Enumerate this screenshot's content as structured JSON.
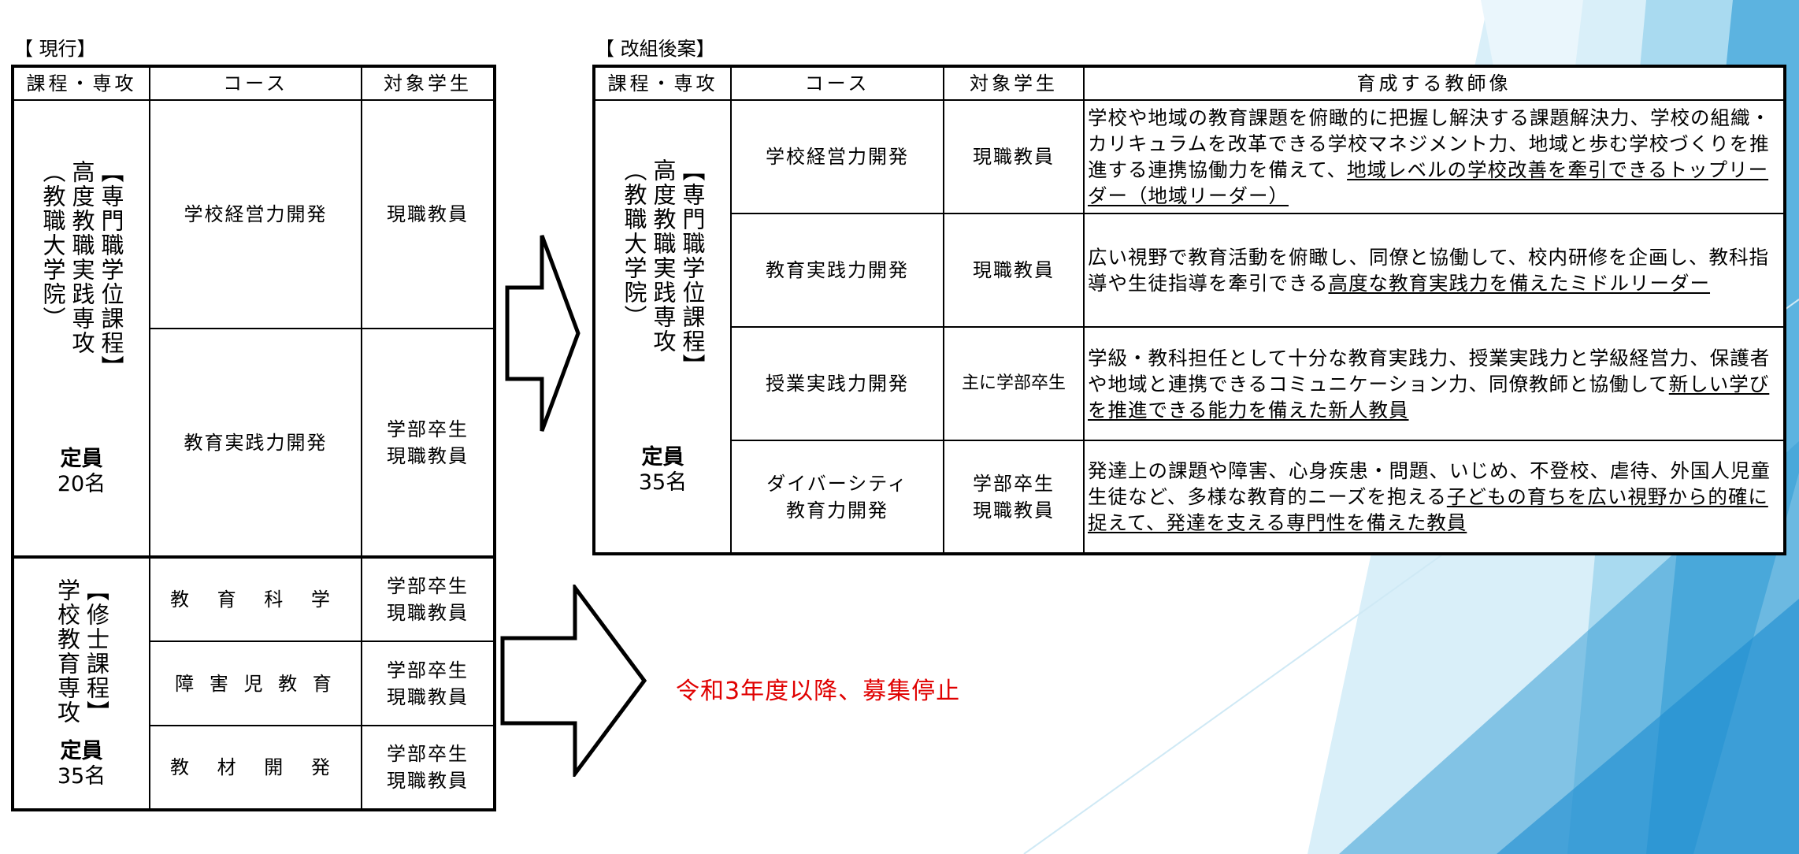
{
  "colors": {
    "accent_blue": "#4aa6d6",
    "light_blue": "#bfe3f4",
    "notice_red": "#e00000"
  },
  "current": {
    "caption": "【 現行】",
    "headers": [
      "課程・専攻",
      "コース",
      "対象学生"
    ],
    "professional": {
      "program_vertical": "【専門職学位課程】\n高度教職実践専攻（教職大学院）",
      "col1": "【専門職学位課程】",
      "col2": "高度教職実践専攻",
      "col3": "（教職大学院）",
      "capacity_label": "定員",
      "capacity_value": "20名",
      "rows": [
        {
          "course": "学校経営力開発",
          "students": "現職教員"
        },
        {
          "course": "教育実践力開発",
          "students": "学部卒生\n現職教員"
        }
      ]
    },
    "masters": {
      "col1": "【修士課程】",
      "col2": "学校教育専攻",
      "capacity_label": "定員",
      "capacity_value": "35名",
      "rows": [
        {
          "course": "教 育 科 学",
          "students": "学部卒生\n現職教員"
        },
        {
          "course": "障 害 児 教 育",
          "students": "学部卒生\n現職教員"
        },
        {
          "course": "教 材 開 発",
          "students": "学部卒生\n現職教員"
        }
      ]
    }
  },
  "proposed": {
    "caption": "【 改組後案】",
    "headers": [
      "課程・専攻",
      "コース",
      "対象学生",
      "育成する教師像"
    ],
    "col1": "【専門職学位課程】",
    "col2": "高度教職実践専攻",
    "col3": "（教職大学院）",
    "capacity_label": "定員",
    "capacity_value": "35名",
    "rows": [
      {
        "course": "学校経営力開発",
        "students": "現職教員",
        "desc_plain": "学校や地域の教育課題を俯瞰的に把握し解決する課題解決力、学校の組織・カリキュラムを改革できる学校マネジメント力、地域と歩む学校づくりを推進する連携協働力を備えて、",
        "desc_underline": "地域レベルの学校改善を牽引できるトップリーダー（地域リーダー）"
      },
      {
        "course": "教育実践力開発",
        "students": "現職教員",
        "desc_plain": "広い視野で教育活動を俯瞰し、同僚と協働して、校内研修を企画し、教科指導や生徒指導を牽引できる",
        "desc_underline": "高度な教育実践力を備えたミドルリーダー"
      },
      {
        "course": "授業実践力開発",
        "students": "主に学部卒生",
        "desc_plain": "学級・教科担任として十分な教育実践力、授業実践力と学級経営力、保護者や地域と連携できるコミュニケーション力、同僚教師と協働して",
        "desc_underline": "新しい学びを推進できる能力を備えた新人教員"
      },
      {
        "course": "ダイバーシティ\n教育力開発",
        "students": "学部卒生\n現職教員",
        "desc_plain": "発達上の課題や障害、心身疾患・問題、いじめ、不登校、虐待、外国人児童生徒など、多様な教育的ニーズを抱える",
        "desc_underline": "子どもの育ちを広い視野から的確に捉えて、発達を支える専門性を備えた教員"
      }
    ]
  },
  "notice": "令和3年度以降、募集停止"
}
